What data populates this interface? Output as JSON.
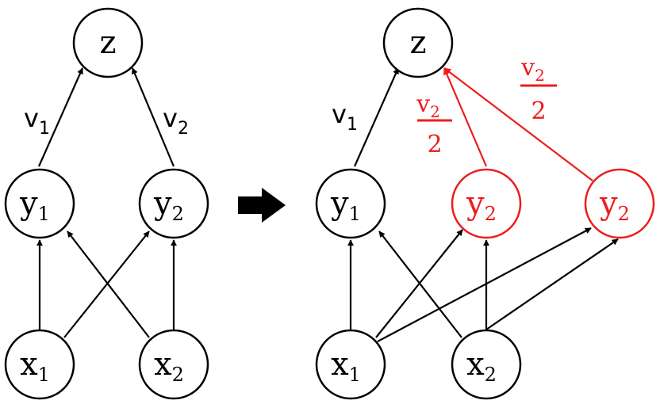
{
  "colors": {
    "default": "#000000",
    "highlight": "#ee1c1c"
  },
  "left_graph": {
    "nodes": {
      "z": {
        "base": "z",
        "sub": ""
      },
      "y1": {
        "base": "y",
        "sub": "1"
      },
      "y2": {
        "base": "y",
        "sub": "2"
      },
      "x1": {
        "base": "x",
        "sub": "1"
      },
      "x2": {
        "base": "x",
        "sub": "2"
      }
    },
    "weights": {
      "v1": {
        "base": "v",
        "sub": "1"
      },
      "v2": {
        "base": "v",
        "sub": "2"
      }
    }
  },
  "arrow": {
    "icon": "right-arrow-icon"
  },
  "right_graph": {
    "nodes": {
      "z": {
        "base": "z",
        "sub": ""
      },
      "y1": {
        "base": "y",
        "sub": "1"
      },
      "y2a": {
        "base": "y",
        "sub": "2"
      },
      "y2b": {
        "base": "y",
        "sub": "2"
      },
      "x1": {
        "base": "x",
        "sub": "1"
      },
      "x2": {
        "base": "x",
        "sub": "2"
      }
    },
    "weights": {
      "v1": {
        "base": "v",
        "sub": "1"
      },
      "v2_half_a": {
        "num_base": "v",
        "num_sub": "2",
        "den": "2"
      },
      "v2_half_b": {
        "num_base": "v",
        "num_sub": "2",
        "den": "2"
      }
    }
  }
}
